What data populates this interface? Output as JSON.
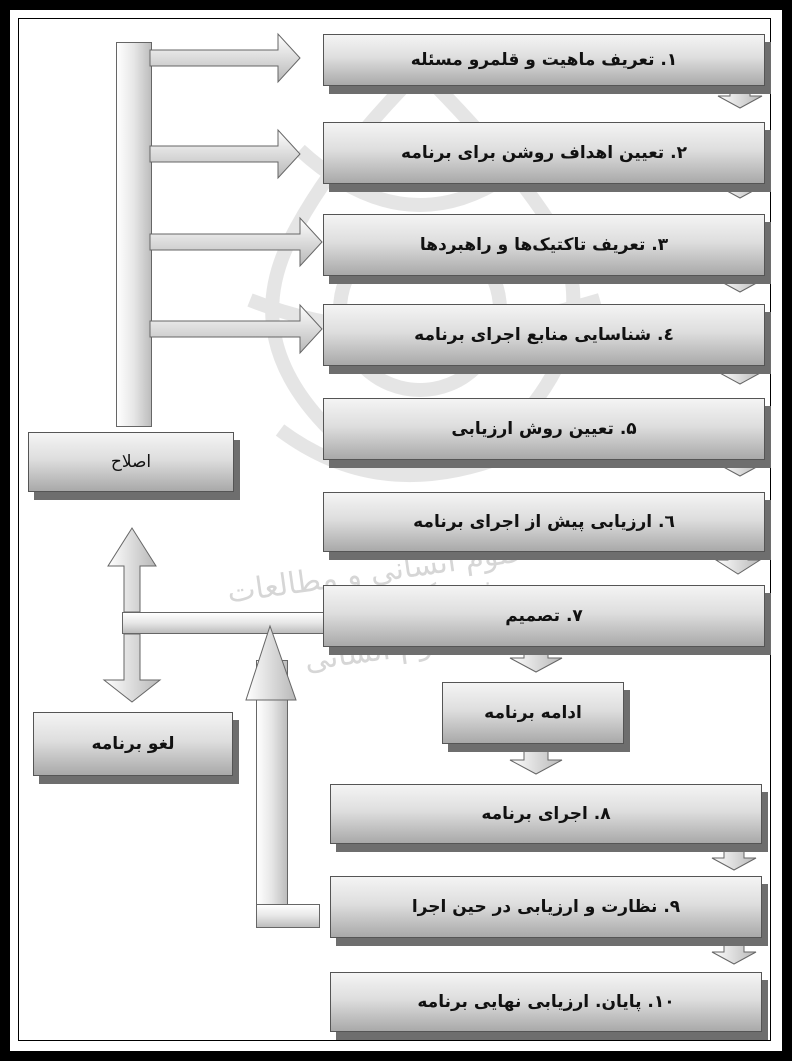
{
  "steps": [
    "۱. تعریف ماهیت و قلمرو مسئله",
    "۲. تعیین اهداف روشن برای برنامه",
    "۳. تعریف تاکتیک‌ها و راهبردها",
    "٤. شناسایی منابع اجرای برنامه",
    "۵. تعیین روش ارزیابی",
    "٦. ارزیابی پیش از اجرای برنامه",
    "۷. تصمیم",
    "۸. اجرای برنامه",
    "۹. نظارت و ارزیابی در حین اجرا",
    "۱۰. پایان. ارزیابی نهایی برنامه"
  ],
  "side_boxes": {
    "revise": "اصلاح",
    "cancel": "لغو برنامه",
    "continue": "ادامه برنامه"
  },
  "watermark_text": "پژوهشگاه علوم انسانی و مطالعات فرهنگی",
  "watermark_text_2": "پرتال جامع علوم انسانی",
  "colors": {
    "frame": "#000000",
    "box_light": "#f4f4f4",
    "box_dark": "#a9a9a9",
    "shadow": "#6e6e6e"
  }
}
